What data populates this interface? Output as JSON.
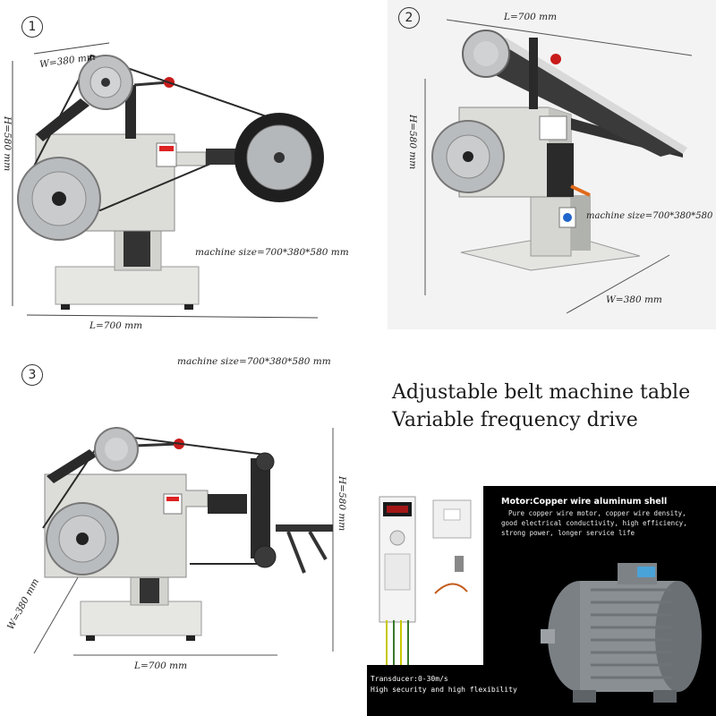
{
  "panels": [
    {
      "number": "1",
      "width_label": "W=380 mm",
      "height_label": "H=580 mm",
      "length_label": "L=700 mm",
      "size_label": "machine size=700*380*580 mm"
    },
    {
      "number": "2",
      "length_label": "L=700 mm",
      "height_label": "H=580 mm",
      "size_label": "machine size=700*380*580 mm",
      "width_label": "W=380 mm"
    },
    {
      "number": "3",
      "size_label": "machine size=700*380*580 mm",
      "height_label": "H=580 mm",
      "width_label": "W=380 mm",
      "length_label": "L=700 mm"
    }
  ],
  "features": {
    "line1": "Adjustable belt machine table",
    "line2": "Variable frequency drive"
  },
  "motor_panel": {
    "title": "Motor:Copper wire aluminum shell",
    "desc_lines": [
      "Pure copper wire motor, copper wire density,",
      "good electrical conductivity, high efficiency,",
      "strong power, longer service life"
    ],
    "transducer_lines": [
      "Transducer:0-30m/s",
      "High security and high flexibility"
    ]
  },
  "colors": {
    "machine_body": "#dcddd8",
    "wheel": "#b9bcbf",
    "belt": "#2a2a2a",
    "knob": "#c81b1b",
    "motor_shell": "#8a8f93"
  }
}
